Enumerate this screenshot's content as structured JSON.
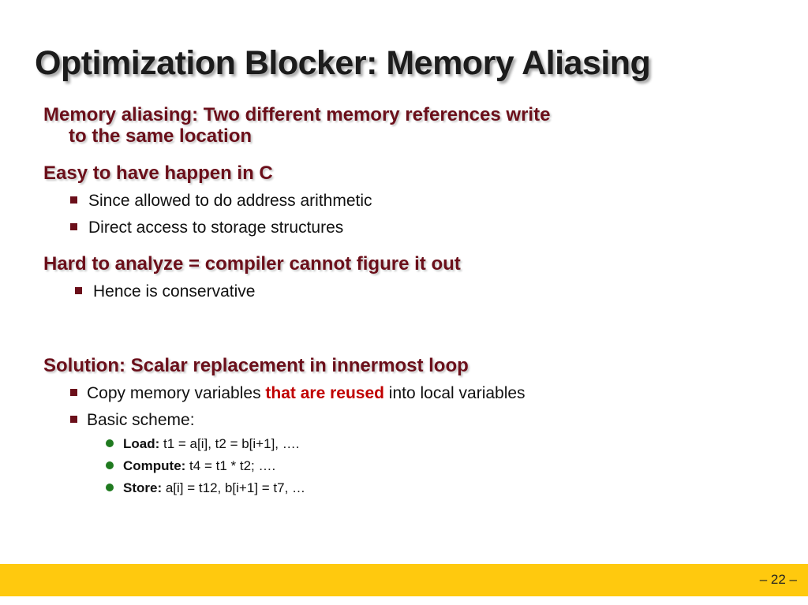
{
  "title": "Optimization Blocker: Memory Aliasing",
  "sections": [
    {
      "heading_line1": "Memory aliasing: Two different memory references write",
      "heading_line2": "to the same location"
    },
    {
      "heading": "Easy to have happen in C",
      "bullets": [
        "Since allowed to do address arithmetic",
        "Direct access to storage structures"
      ]
    },
    {
      "heading": "Hard to analyze = compiler cannot figure it out",
      "bullets": [
        "Hence is conservative"
      ]
    },
    {
      "heading": "Solution: Scalar replacement in innermost loop",
      "bullet1_pre": "Copy memory variables ",
      "bullet1_highlight": "that are reused",
      "bullet1_post": " into local variables",
      "bullet2": "Basic scheme:",
      "subitems": [
        {
          "label": "Load:",
          "text": " t1 = a[i], t2 = b[i+1], …."
        },
        {
          "label": "Compute:",
          "text": " t4 = t1 * t2; …."
        },
        {
          "label": "Store:",
          "text": " a[i] = t12, b[i+1] = t7, …"
        }
      ]
    }
  ],
  "footer": {
    "page_number": "– 22 –"
  },
  "colors": {
    "heading": "#6b0f1a",
    "highlight": "#c00000",
    "sub_bullet": "#1f7a1f",
    "footer_bar": "#ffc90e"
  }
}
